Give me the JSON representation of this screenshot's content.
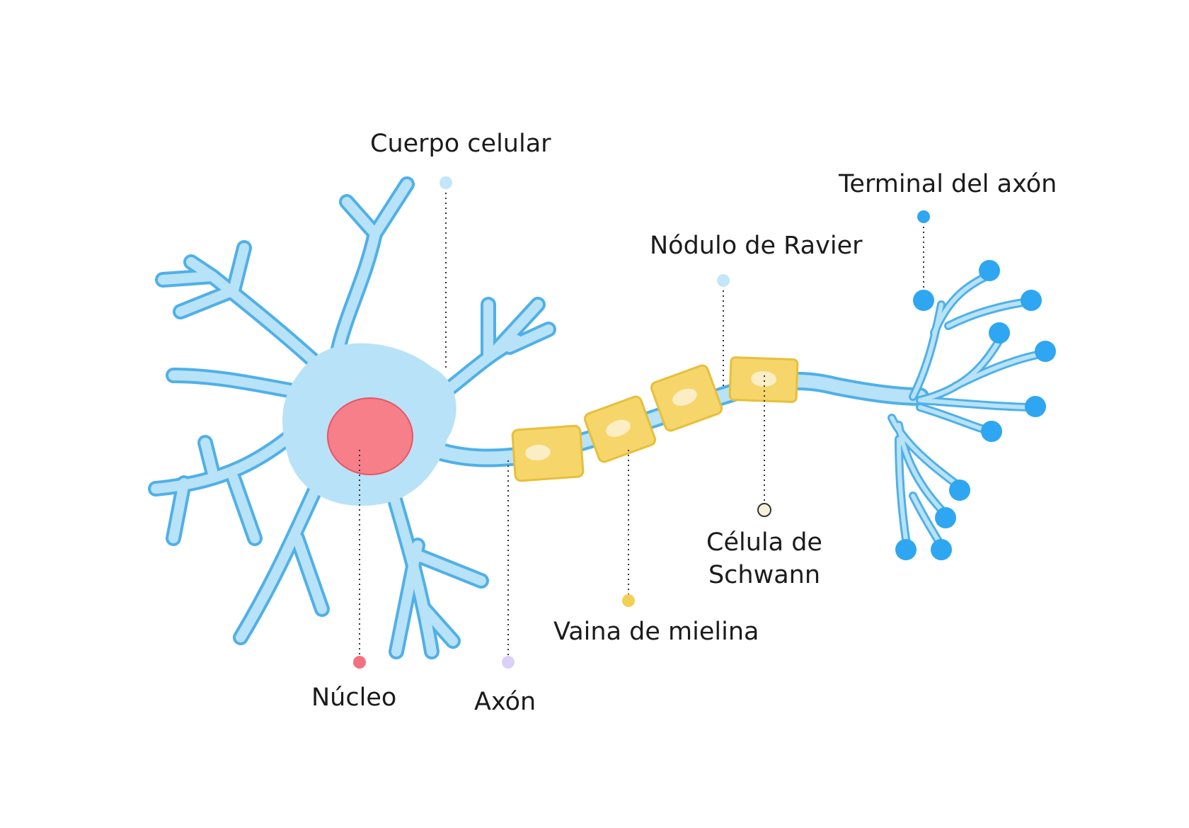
{
  "labels": {
    "cell_body": "Cuerpo celular",
    "axon_terminal": "Terminal del axón",
    "node_of_ranvier": "Nódulo de Ravier",
    "schwann_cell_line1": "Célula de",
    "schwann_cell_line2": "Schwann",
    "myelin_sheath": "Vaina de mielina",
    "nucleus": "Núcleo",
    "axon": "Axón"
  },
  "colors": {
    "cell_fill": "#b8e2f8",
    "cell_stroke": "#4fb0e8",
    "nucleus_fill": "#f77f8a",
    "nucleus_stroke": "#e85463",
    "myelin_fill": "#f6d66a",
    "myelin_stroke": "#e7bf3a",
    "myelin_highlight": "#fbedc4",
    "terminal_bulb": "#2ea6f2",
    "marker_cell_body": "#c3e6f8",
    "marker_nucleus": "#f2717e",
    "marker_axon": "#dcd0f8",
    "marker_myelin": "#f4cf55",
    "marker_schwann": "#f8f0d8",
    "marker_terminal": "#2ea6f2",
    "leader_line": "#333333",
    "text": "#1b1b1b"
  }
}
